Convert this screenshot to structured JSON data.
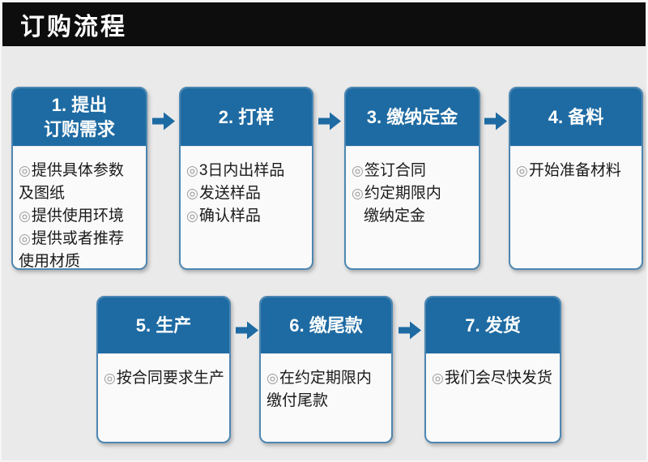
{
  "page": {
    "title": "订购流程"
  },
  "colors": {
    "header_blue": "#1e6ba3",
    "box_border_blue": "#4d87b1",
    "arrow_blue": "#1e6ba3",
    "body_background": "#fafafa",
    "page_background": "#eaeaea",
    "banner_background": "#0d0d0d",
    "text_dark": "#1a1a1a",
    "bullet_gray": "#9b9b9b"
  },
  "bullet_glyph": "◎",
  "steps": [
    {
      "title_lines": [
        "1. 提出",
        "订购需求"
      ],
      "lines": [
        {
          "bullet": true,
          "text": "提供具体参数"
        },
        {
          "bullet": false,
          "text": "及图纸"
        },
        {
          "bullet": true,
          "text": "提供使用环境"
        },
        {
          "bullet": true,
          "text": "提供或者推荐"
        },
        {
          "bullet": false,
          "text": "使用材质"
        }
      ]
    },
    {
      "title_lines": [
        "2. 打样"
      ],
      "lines": [
        {
          "bullet": true,
          "text": "3日内出样品"
        },
        {
          "bullet": true,
          "text": "发送样品"
        },
        {
          "bullet": true,
          "text": "确认样品"
        }
      ]
    },
    {
      "title_lines": [
        "3. 缴纳定金"
      ],
      "lines": [
        {
          "bullet": true,
          "text": "签订合同"
        },
        {
          "bullet": true,
          "text": "约定期限内"
        },
        {
          "bullet": false,
          "text": "缴纳定金",
          "indent": true
        }
      ]
    },
    {
      "title_lines": [
        "4. 备料"
      ],
      "lines": [
        {
          "bullet": true,
          "text": "开始准备材料"
        }
      ]
    },
    {
      "title_lines": [
        "5. 生产"
      ],
      "lines": [
        {
          "bullet": true,
          "text": "按合同要求生产"
        }
      ]
    },
    {
      "title_lines": [
        "6. 缴尾款"
      ],
      "lines": [
        {
          "bullet": true,
          "text": "在约定期限内"
        },
        {
          "bullet": false,
          "text": "缴付尾款"
        }
      ]
    },
    {
      "title_lines": [
        "7. 发货"
      ],
      "lines": [
        {
          "bullet": true,
          "text": "我们会尽快发货"
        }
      ]
    }
  ]
}
